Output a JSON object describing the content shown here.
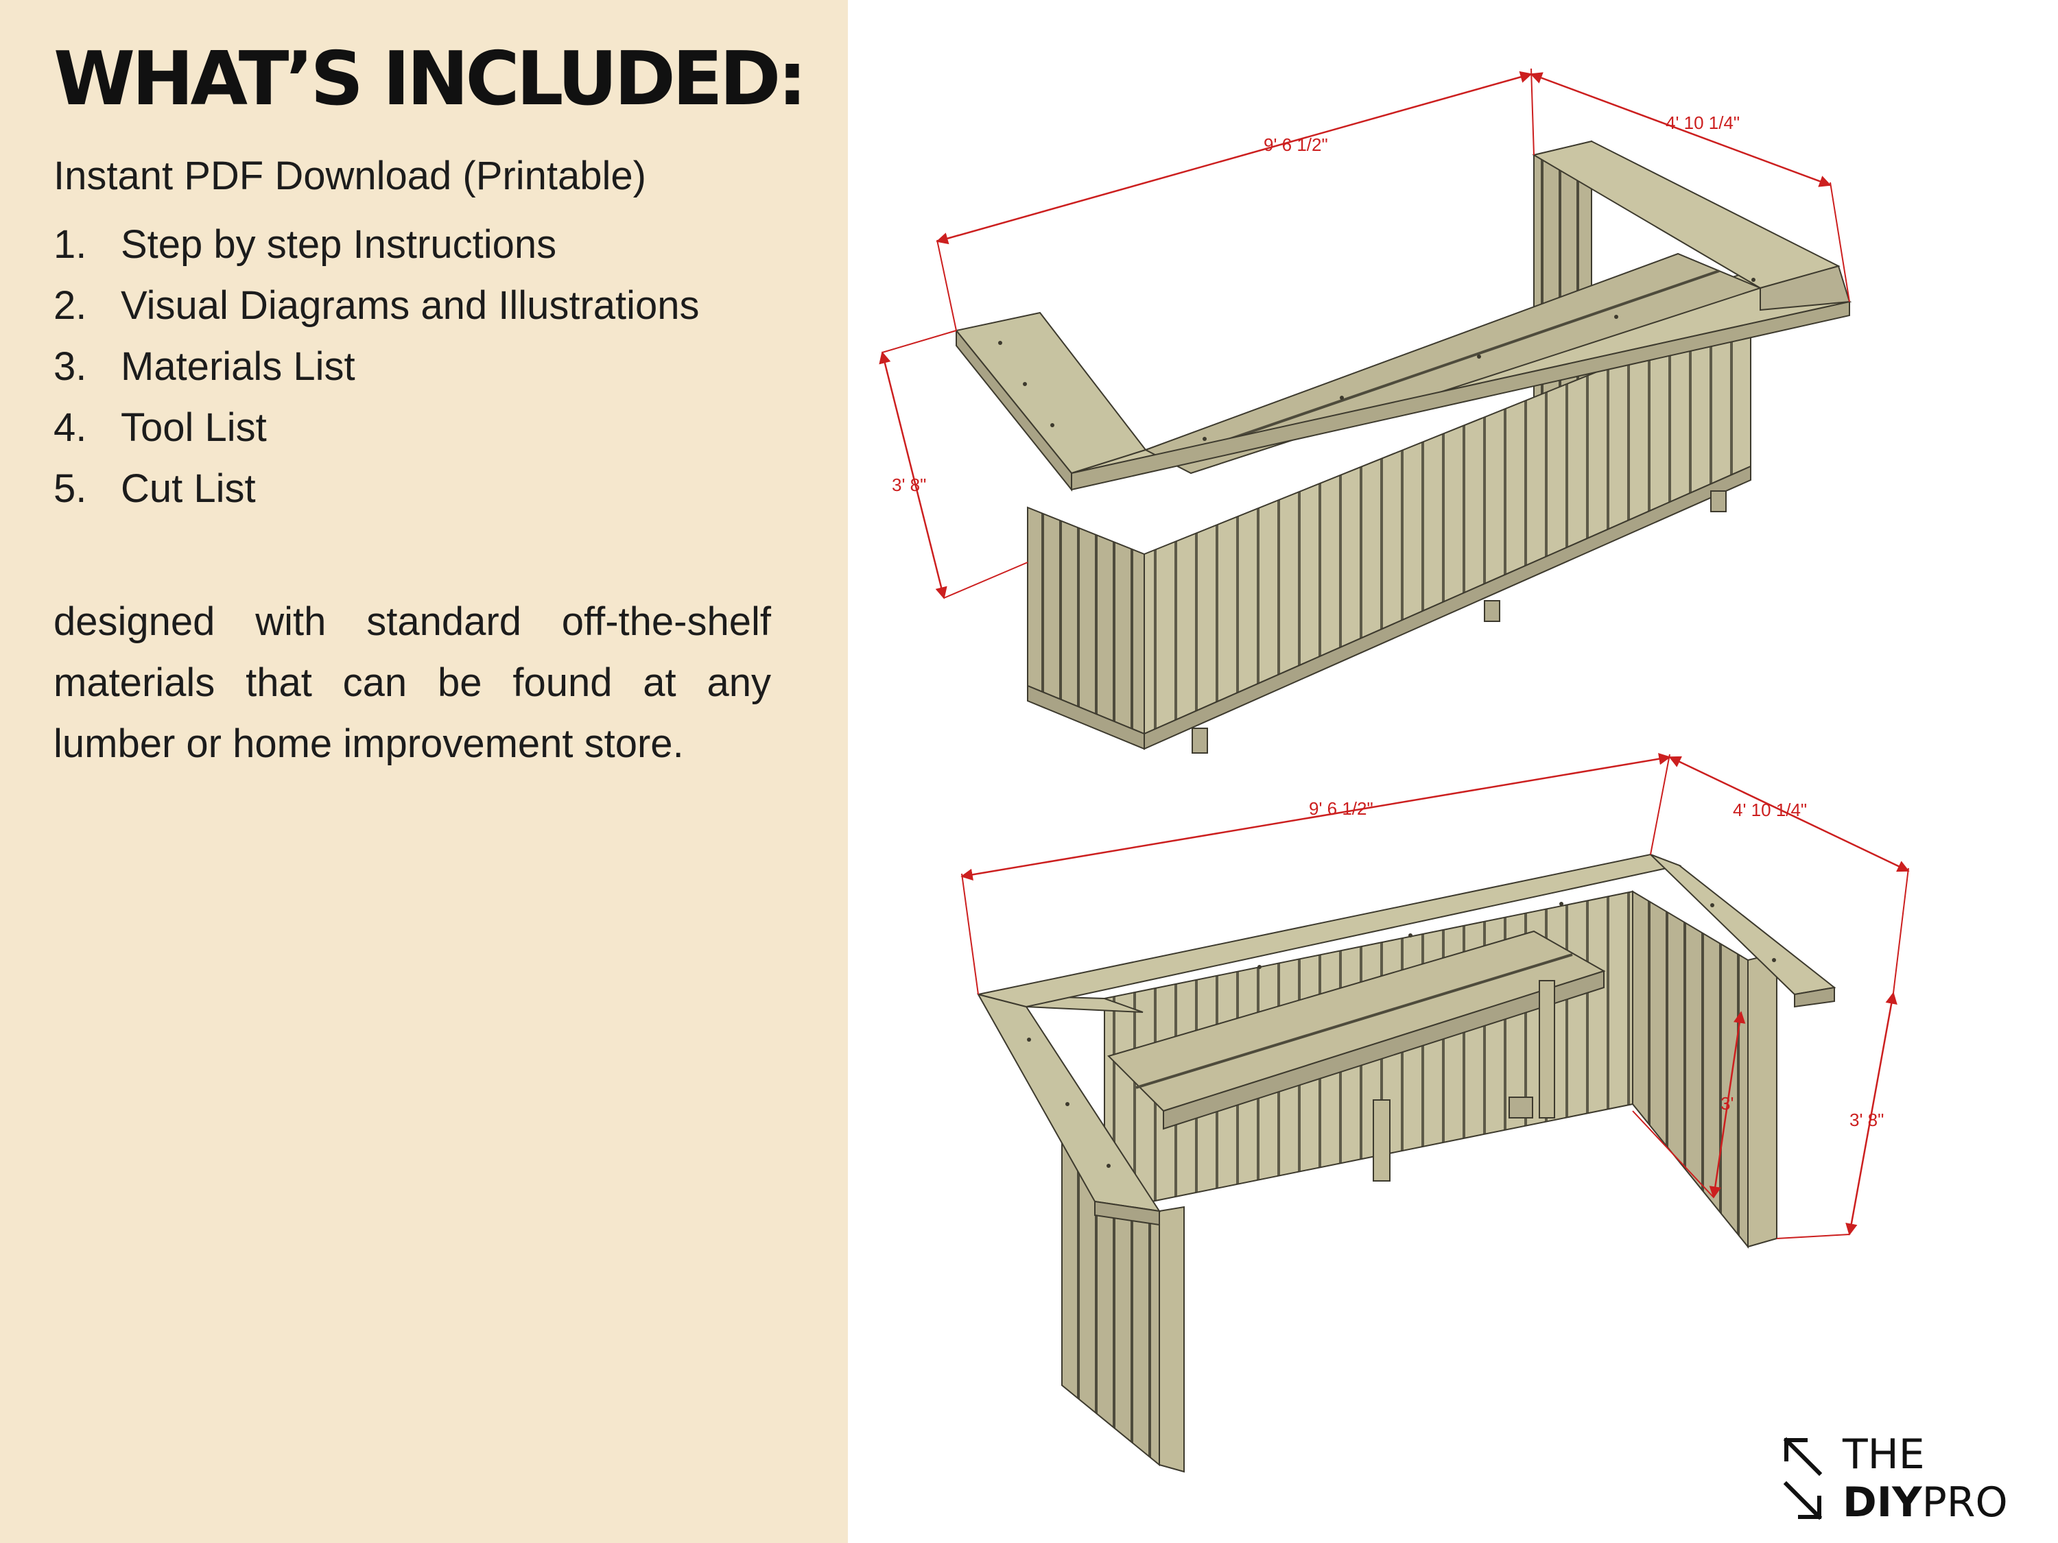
{
  "heading": "WHAT’S INCLUDED:",
  "subtitle": "Instant PDF Download (Printable)",
  "items": [
    {
      "num": "1.",
      "label": "Step by step Instructions"
    },
    {
      "num": "2.",
      "label": "Visual Diagrams and Illustrations"
    },
    {
      "num": "3.",
      "label": "Materials List"
    },
    {
      "num": "4.",
      "label": "Tool List"
    },
    {
      "num": "5.",
      "label": "Cut List"
    }
  ],
  "description_lines": [
    "designed with standard off-the-shelf",
    "materials that can be found at any",
    "lumber or home improvement store."
  ],
  "top_view": {
    "length": "9' 6 1/2\"",
    "width": "4' 10 1/4\"",
    "height": "3' 8\""
  },
  "bottom_view": {
    "length": "9' 6 1/2\"",
    "width": "4' 10 1/4\"",
    "height": "3' 8\"",
    "inner_height": "3'"
  },
  "logo": {
    "line1": "THE",
    "line2_bold": "DIY",
    "line2_rest": "PRO"
  },
  "colors": {
    "panel": "#f5e7cd",
    "dimension": "#cc1f1f",
    "wood": "#c9c4a3"
  }
}
